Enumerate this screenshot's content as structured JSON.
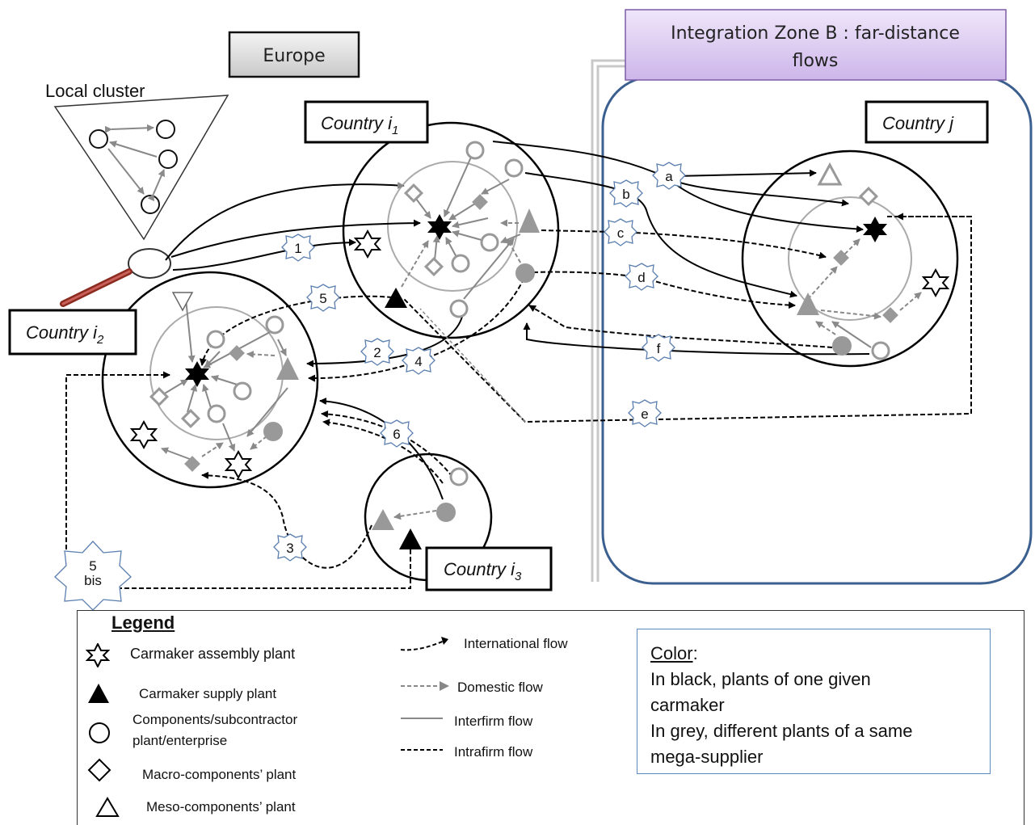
{
  "zones": {
    "europe": "Europe",
    "integration_zone": "Integration Zone B : far-distance flows"
  },
  "local_cluster": "Local cluster",
  "countries": {
    "i1": {
      "name": "Country i",
      "sub": "1"
    },
    "i2": {
      "name": "Country i",
      "sub": "2"
    },
    "i3": {
      "name": "Country i",
      "sub": "3"
    },
    "j": {
      "name": "Country j",
      "sub": ""
    }
  },
  "flow_labels": {
    "f1": "1",
    "f2": "2",
    "f3": "3",
    "f4": "4",
    "f5": "5",
    "f5bis_a": "5",
    "f5bis_b": "bis",
    "f6": "6",
    "a": "a",
    "b": "b",
    "c": "c",
    "d": "d",
    "e": "e",
    "f": "f"
  },
  "legend": {
    "title": "Legend",
    "assembly": "Carmaker assembly plant",
    "supply": "Carmaker supply plant",
    "components": "Components/subcontractor plant/enterprise",
    "components_l1": "Components/subcontractor",
    "components_l2": "plant/enterprise",
    "macro": "Macro-components’ plant",
    "meso": "Meso-components’ plant",
    "international": "International  flow",
    "domestic": "Domestic flow",
    "interfirm": "Interfirm flow",
    "intrafirm": "Intrafirm flow"
  },
  "color_note": {
    "title": "Color",
    "colon": ":",
    "line1": "In black, plants of one given",
    "line2": "carmaker",
    "line3": "In grey, different plants of a same",
    "line4": "mega-supplier"
  },
  "colors": {
    "black": "#000000",
    "grey": "#9a9a9a",
    "zone_border": "#3b5f8f",
    "zone_header": "#dcc9f0",
    "zone_header_border": "#7d5ba6"
  }
}
